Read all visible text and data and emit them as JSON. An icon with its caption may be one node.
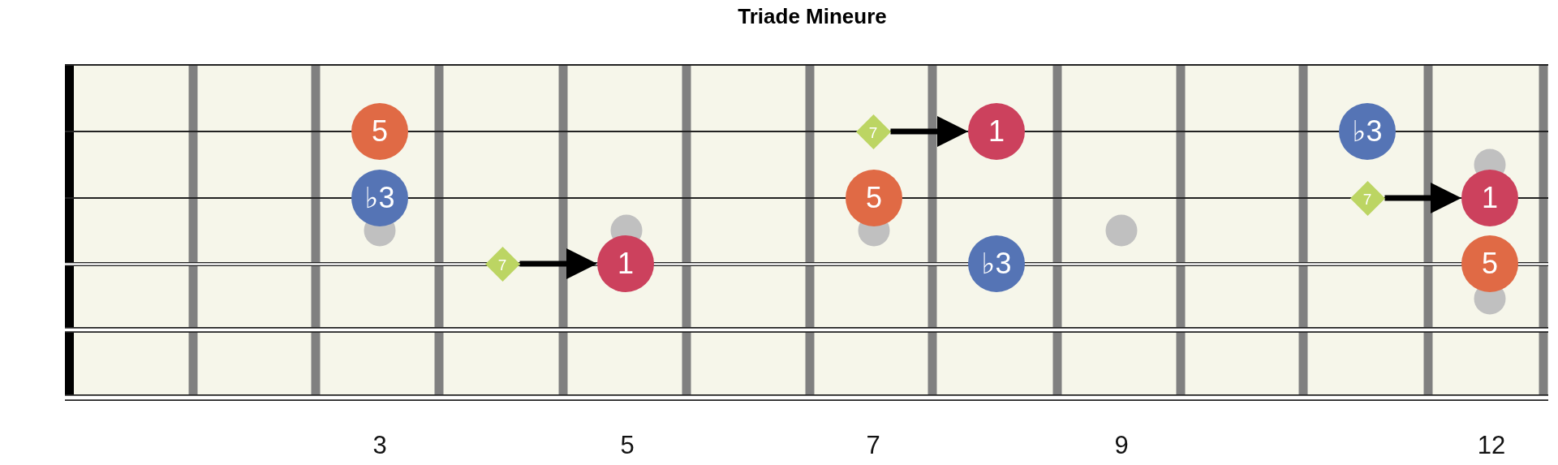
{
  "diagram": {
    "title": "Triade Mineure",
    "nodes": [
      {
        "text": [
          "5"
        ]
      },
      {
        "text": [
          "7"
        ]
      },
      {
        "text": [
          "1"
        ]
      },
      {
        "text": [
          "♭3"
        ]
      },
      {
        "text": [
          "♭3"
        ]
      },
      {
        "text": [
          "5"
        ]
      },
      {
        "text": [
          "7"
        ]
      },
      {
        "text": [
          "1"
        ]
      },
      {
        "text": [
          "7"
        ]
      },
      {
        "text": [
          "1"
        ]
      },
      {
        "text": [
          "♭3"
        ]
      },
      {
        "text": [
          "5"
        ]
      }
    ],
    "edges": [
      {
        "from": 1,
        "to": 2,
        "arrow": "to"
      },
      {
        "from": 6,
        "to": 7,
        "arrow": "to"
      },
      {
        "from": 8,
        "to": 9,
        "arrow": "to"
      }
    ],
    "labels": [
      "3",
      "5",
      "7",
      "9",
      "12"
    ]
  }
}
